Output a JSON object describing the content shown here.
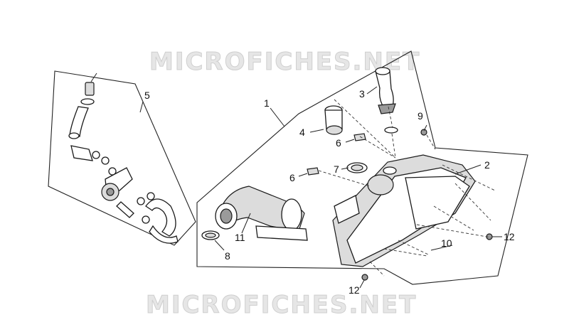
{
  "watermark_top": "MICROFICHES.NET",
  "watermark_bottom": "MICROFICHES.NET",
  "callouts": {
    "c1": "1",
    "c2": "2",
    "c3": "3",
    "c4": "4",
    "c5": "5",
    "c6a": "6",
    "c6b": "6",
    "c7": "7",
    "c8": "8",
    "c9": "9",
    "c10": "10",
    "c11": "11",
    "c12a": "12",
    "c12b": "12"
  }
}
